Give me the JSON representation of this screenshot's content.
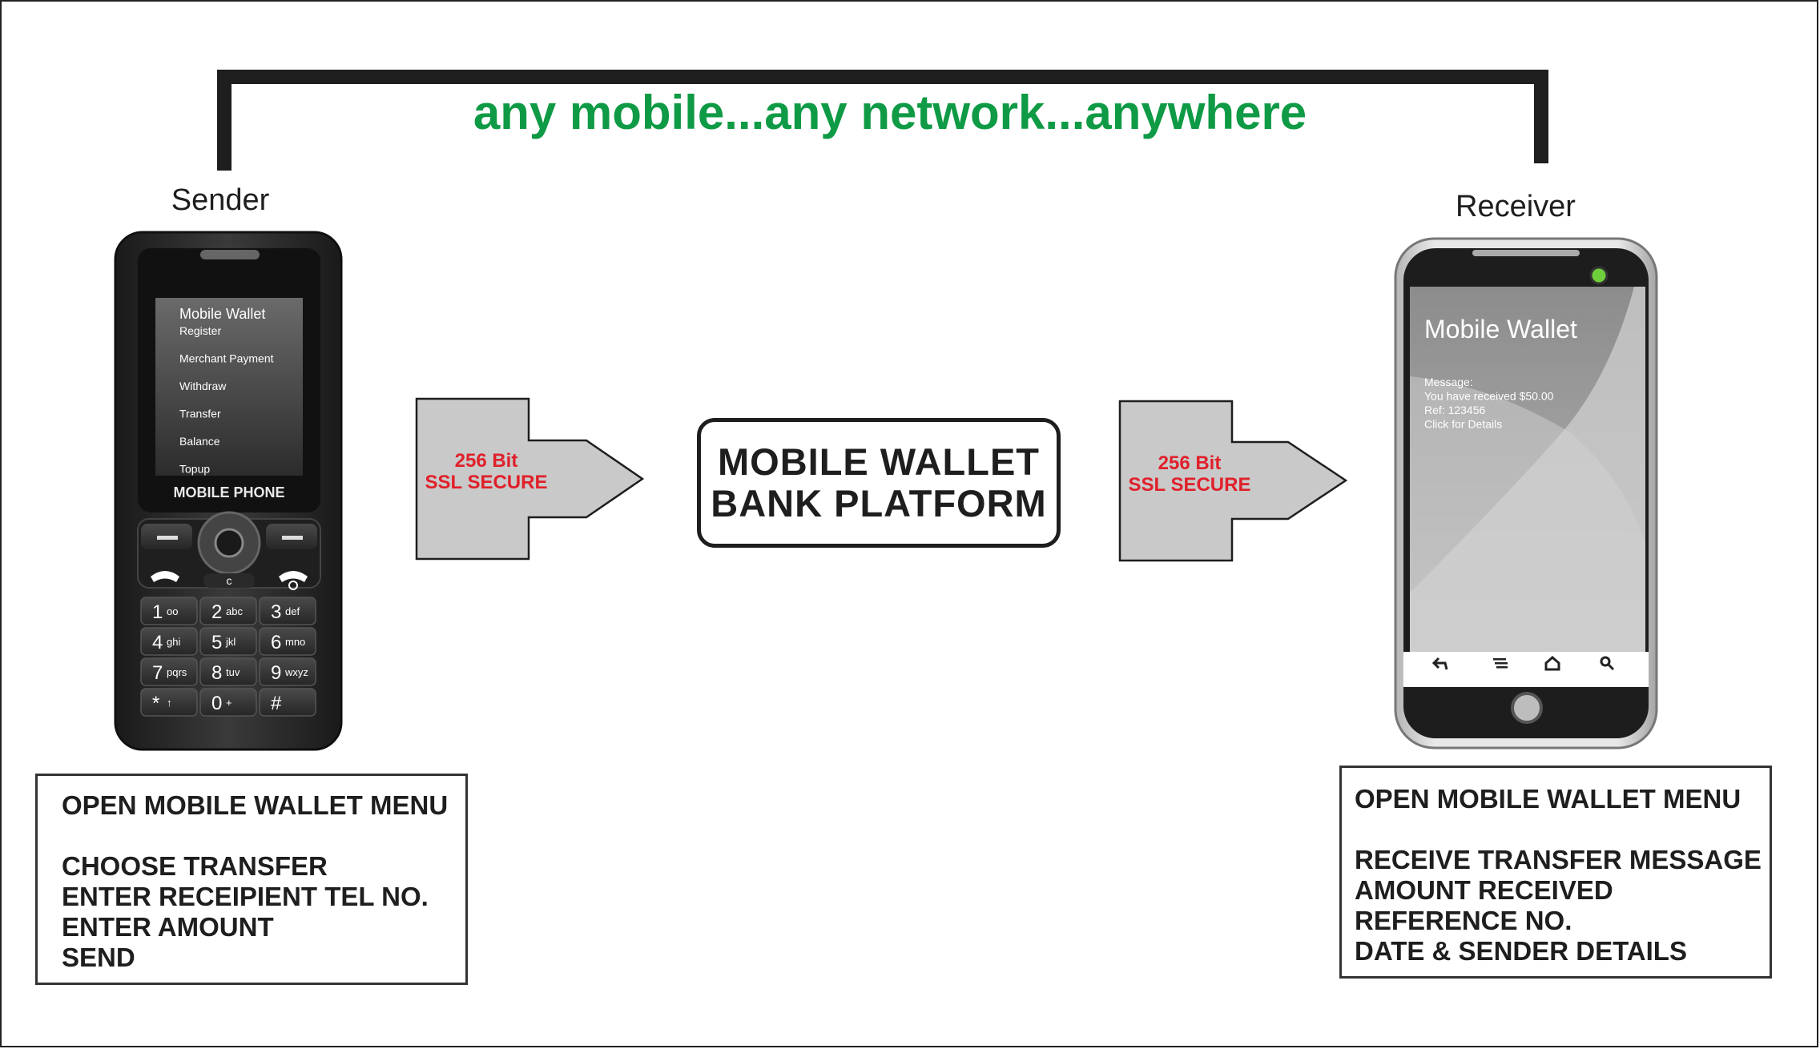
{
  "tagline": "any mobile...any network...anywhere",
  "colors": {
    "tagline": "#0f9a45",
    "ssl_text": "#e0202a",
    "arrow_fill": "#c9c9c9",
    "outline": "#1e1e1e"
  },
  "sender": {
    "label": "Sender",
    "phone": {
      "menu_title": "Mobile Wallet",
      "menu_items": [
        "Register",
        "Merchant Payment",
        "Withdraw",
        "Transfer",
        "Balance",
        "Topup"
      ],
      "brand": "MOBILE PHONE",
      "clear_key": "c",
      "keys": [
        {
          "digit": "1",
          "letters": "oo"
        },
        {
          "digit": "2",
          "letters": "abc"
        },
        {
          "digit": "3",
          "letters": "def"
        },
        {
          "digit": "4",
          "letters": "ghi"
        },
        {
          "digit": "5",
          "letters": "jkl"
        },
        {
          "digit": "6",
          "letters": "mno"
        },
        {
          "digit": "7",
          "letters": "pqrs"
        },
        {
          "digit": "8",
          "letters": "tuv"
        },
        {
          "digit": "9",
          "letters": "wxyz"
        },
        {
          "digit": "*",
          "letters": "↑"
        },
        {
          "digit": "0",
          "letters": "+"
        },
        {
          "digit": "#",
          "letters": ""
        }
      ]
    },
    "steps": [
      "OPEN MOBILE WALLET MENU",
      "",
      "CHOOSE TRANSFER",
      "ENTER RECEIPIENT TEL NO.",
      "ENTER AMOUNT",
      "SEND"
    ]
  },
  "arrow_left": {
    "line1": "256 Bit",
    "line2": "SSL SECURE"
  },
  "platform": {
    "line1": "MOBILE WALLET",
    "line2": "BANK PLATFORM"
  },
  "arrow_right": {
    "line1": "256 Bit",
    "line2": "SSL SECURE"
  },
  "receiver": {
    "label": "Receiver",
    "phone": {
      "app_title": "Mobile Wallet",
      "message_lines": [
        "Message:",
        "You have received $50.00",
        "Ref: 123456",
        "Click for Details"
      ],
      "nav_icons": [
        "back-icon",
        "menu-icon",
        "home-icon",
        "search-icon"
      ]
    },
    "steps": [
      "OPEN MOBILE WALLET MENU",
      "",
      "RECEIVE TRANSFER MESSAGE",
      "AMOUNT RECEIVED",
      "REFERENCE NO.",
      "DATE & SENDER DETAILS"
    ]
  }
}
